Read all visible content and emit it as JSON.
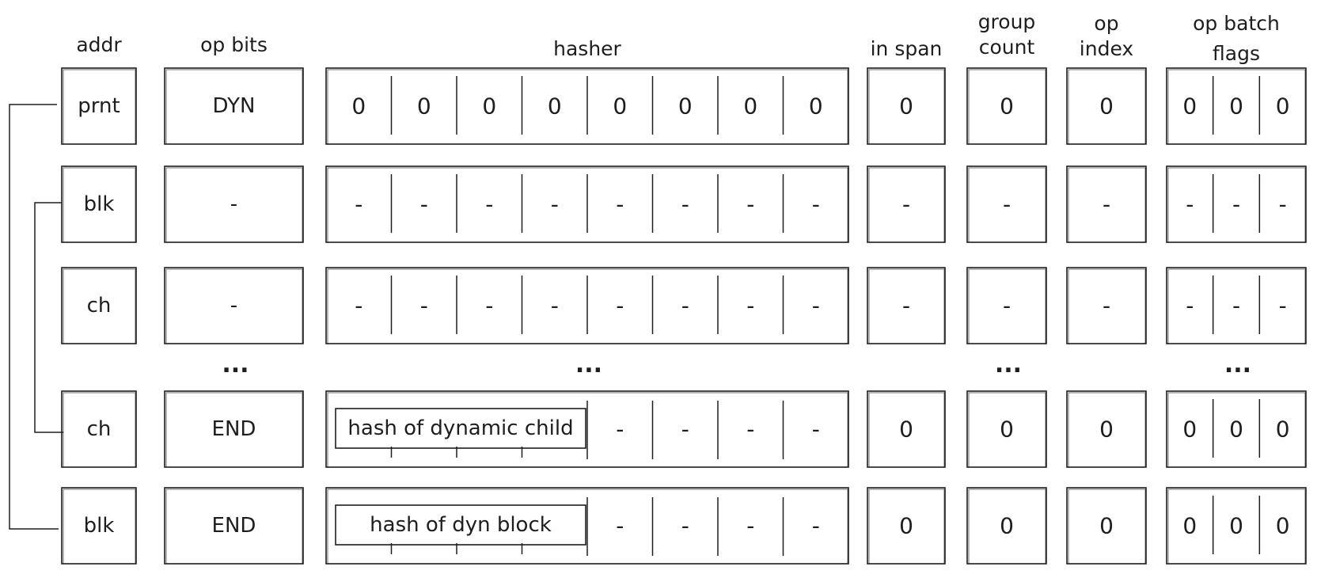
{
  "headers": {
    "addr": "addr",
    "op_bits": "op bits",
    "hasher": "hasher",
    "in_span": "in span",
    "group_count": [
      "group",
      "count"
    ],
    "op_index": [
      "op",
      "index"
    ],
    "op_batch_flags": [
      "op batch",
      "flags"
    ]
  },
  "rows": [
    {
      "addr": "prnt",
      "op_bits": "DYN",
      "hasher": [
        "0",
        "0",
        "0",
        "0",
        "0",
        "0",
        "0",
        "0"
      ],
      "in_span": "0",
      "group_count": "0",
      "op_index": "0",
      "op_batch_flags": [
        "0",
        "0",
        "0"
      ]
    },
    {
      "addr": "blk",
      "op_bits": "-",
      "hasher": [
        "-",
        "-",
        "-",
        "-",
        "-",
        "-",
        "-",
        "-"
      ],
      "in_span": "-",
      "group_count": "-",
      "op_index": "-",
      "op_batch_flags": [
        "-",
        "-",
        "-"
      ]
    },
    {
      "addr": "ch",
      "op_bits": "-",
      "hasher": [
        "-",
        "-",
        "-",
        "-",
        "-",
        "-",
        "-",
        "-"
      ],
      "in_span": "-",
      "group_count": "-",
      "op_index": "-",
      "op_batch_flags": [
        "-",
        "-",
        "-"
      ]
    },
    {
      "addr": "ch",
      "op_bits": "END",
      "hasher_hash_label": "hash of dynamic child",
      "hasher": [
        "-",
        "-",
        "-",
        "-"
      ],
      "in_span": "0",
      "group_count": "0",
      "op_index": "0",
      "op_batch_flags": [
        "0",
        "0",
        "0"
      ]
    },
    {
      "addr": "blk",
      "op_bits": "END",
      "hasher_hash_label": "hash of dyn block",
      "hasher": [
        "-",
        "-",
        "-",
        "-"
      ],
      "in_span": "0",
      "group_count": "0",
      "op_index": "0",
      "op_batch_flags": [
        "0",
        "0",
        "0"
      ]
    }
  ],
  "ellipsis": "..."
}
